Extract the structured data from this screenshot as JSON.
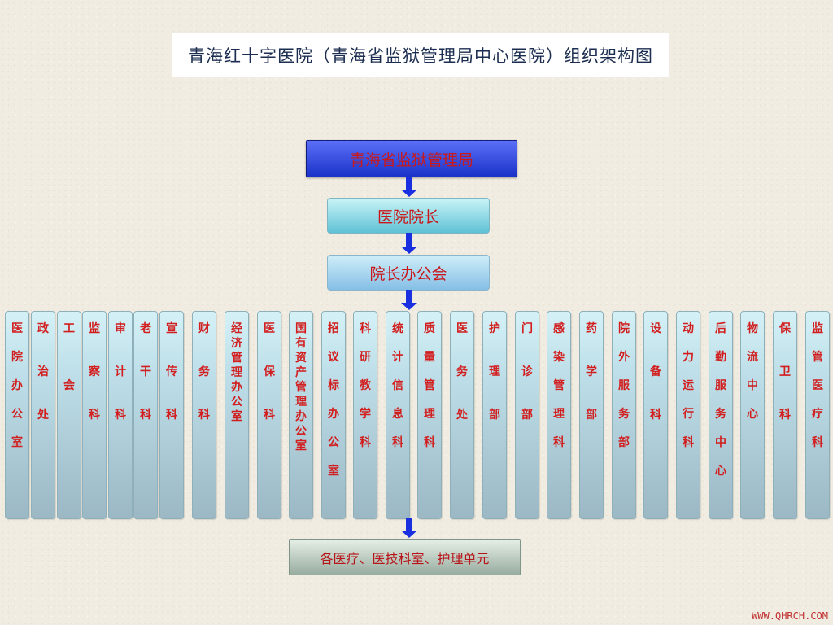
{
  "title": "青海红十字医院（青海省监狱管理局中心医院）组织架构图",
  "nodes": {
    "bureau": "青海省监狱管理局",
    "president": "医院院长",
    "office": "院长办公会",
    "units": "各医疗、医技科室、护理单元"
  },
  "departments": [
    "医院办公室",
    "政治处",
    "工会",
    "监察科",
    "审计科",
    "老干科",
    "宣传科",
    "财务科",
    "经济管理办公室",
    "医保科",
    "国有资产管理办公室",
    "招议标办公室",
    "科研教学科",
    "统计信息科",
    "质量管理科",
    "医务处",
    "护理部",
    "门诊部",
    "感染管理科",
    "药学部",
    "院外服务部",
    "设备科",
    "动力运行科",
    "后勤服务中心",
    "物流中心",
    "保卫科",
    "监管医疗科"
  ],
  "watermark": "WWW.QHRCH.COM",
  "colors": {
    "background": "#f1ece1",
    "text_red": "#c8181b",
    "arrow_blue": "#1a2fe0",
    "bureau_box": "#2f45dc",
    "dept_box": "#bfe0ea"
  }
}
